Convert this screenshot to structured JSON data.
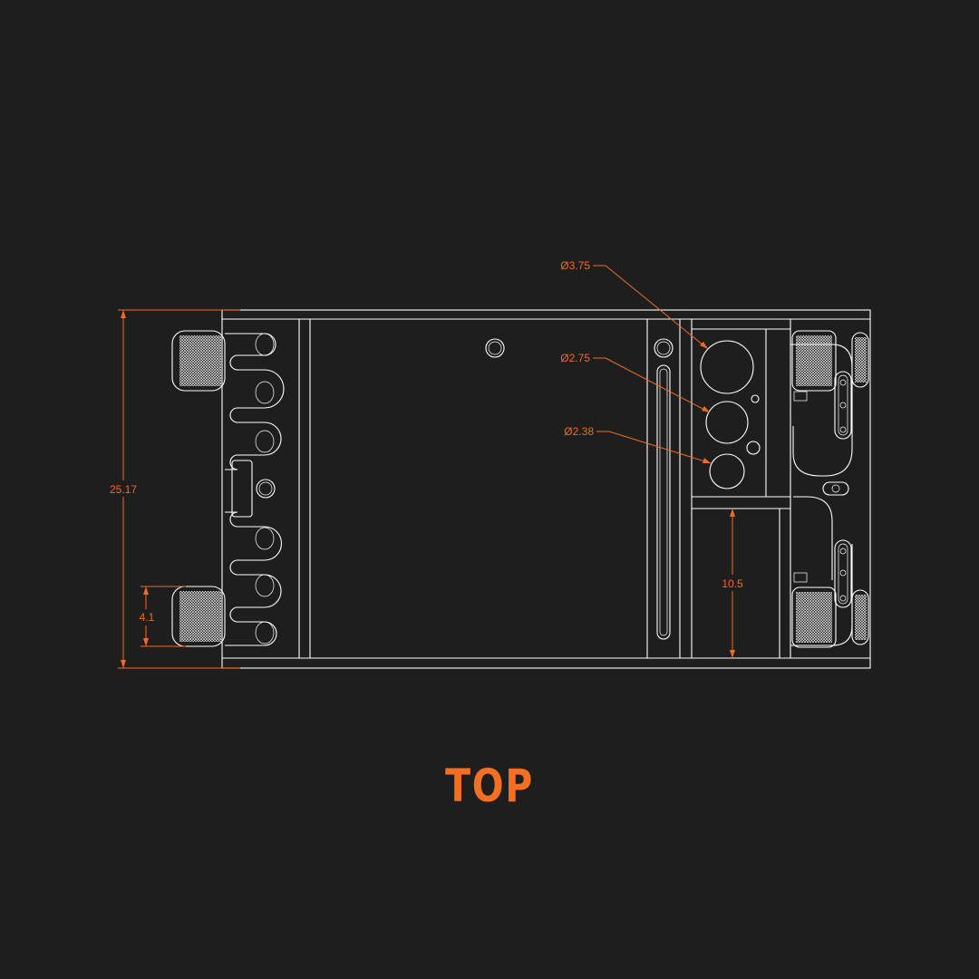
{
  "view": {
    "title": "TOP"
  },
  "dimensions": {
    "overall_height": "25.17",
    "knob_height": "4.1",
    "inner_height": "10.5",
    "hole_large": "Ø3.75",
    "hole_medium": "Ø2.75",
    "hole_small": "Ø2.38"
  },
  "colors": {
    "background": "#1e1e1e",
    "linework": "#ffffff",
    "accent": "#ee6b27"
  }
}
